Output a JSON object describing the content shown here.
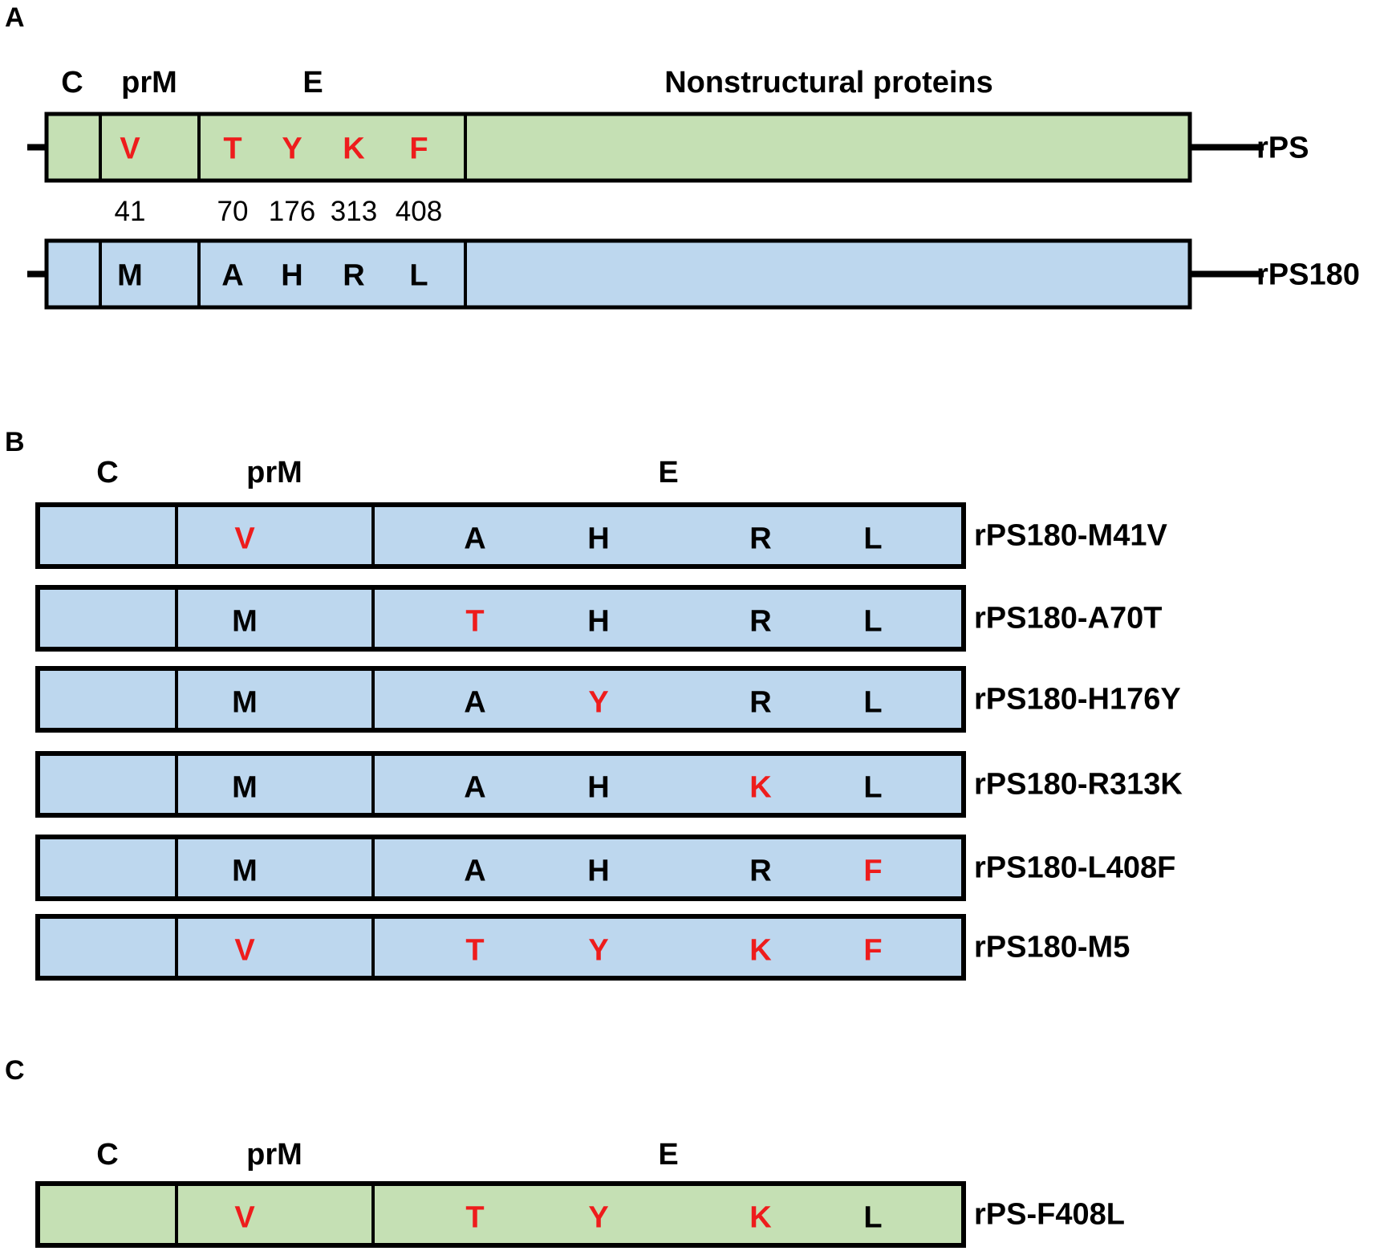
{
  "colors": {
    "rPS": "#c5e0b4",
    "rPS180": "#bdd7ee",
    "mutant": "#ee1c1c",
    "wildtype": "#000000",
    "outline": "#000000"
  },
  "panelA": {
    "label": "A",
    "headers": {
      "c": "C",
      "prm": "prM",
      "e": "E",
      "ns": "Nonstructural proteins"
    },
    "positions": [
      "41",
      "70",
      "176",
      "313",
      "408"
    ],
    "genomes": [
      {
        "name": "rPS",
        "color": "rPS",
        "residues": [
          {
            "aa": "V",
            "mutant": true
          },
          {
            "aa": "T",
            "mutant": true
          },
          {
            "aa": "Y",
            "mutant": true
          },
          {
            "aa": "K",
            "mutant": true
          },
          {
            "aa": "F",
            "mutant": true
          }
        ]
      },
      {
        "name": "rPS180",
        "color": "rPS180",
        "residues": [
          {
            "aa": "M",
            "mutant": false
          },
          {
            "aa": "A",
            "mutant": false
          },
          {
            "aa": "H",
            "mutant": false
          },
          {
            "aa": "R",
            "mutant": false
          },
          {
            "aa": "L",
            "mutant": false
          }
        ]
      }
    ]
  },
  "panelB": {
    "label": "B",
    "headers": {
      "c": "C",
      "prm": "prM",
      "e": "E"
    },
    "constructs": [
      {
        "name": "rPS180-M41V",
        "color": "rPS180",
        "residues": [
          {
            "aa": "V",
            "mutant": true
          },
          {
            "aa": "A",
            "mutant": false
          },
          {
            "aa": "H",
            "mutant": false
          },
          {
            "aa": "R",
            "mutant": false
          },
          {
            "aa": "L",
            "mutant": false
          }
        ]
      },
      {
        "name": "rPS180-A70T",
        "color": "rPS180",
        "residues": [
          {
            "aa": "M",
            "mutant": false
          },
          {
            "aa": "T",
            "mutant": true
          },
          {
            "aa": "H",
            "mutant": false
          },
          {
            "aa": "R",
            "mutant": false
          },
          {
            "aa": "L",
            "mutant": false
          }
        ]
      },
      {
        "name": "rPS180-H176Y",
        "color": "rPS180",
        "residues": [
          {
            "aa": "M",
            "mutant": false
          },
          {
            "aa": "A",
            "mutant": false
          },
          {
            "aa": "Y",
            "mutant": true
          },
          {
            "aa": "R",
            "mutant": false
          },
          {
            "aa": "L",
            "mutant": false
          }
        ]
      },
      {
        "name": "rPS180-R313K",
        "color": "rPS180",
        "residues": [
          {
            "aa": "M",
            "mutant": false
          },
          {
            "aa": "A",
            "mutant": false
          },
          {
            "aa": "H",
            "mutant": false
          },
          {
            "aa": "K",
            "mutant": true
          },
          {
            "aa": "L",
            "mutant": false
          }
        ]
      },
      {
        "name": "rPS180-L408F",
        "color": "rPS180",
        "residues": [
          {
            "aa": "M",
            "mutant": false
          },
          {
            "aa": "A",
            "mutant": false
          },
          {
            "aa": "H",
            "mutant": false
          },
          {
            "aa": "R",
            "mutant": false
          },
          {
            "aa": "F",
            "mutant": true
          }
        ]
      },
      {
        "name": "rPS180-M5",
        "color": "rPS180",
        "residues": [
          {
            "aa": "V",
            "mutant": true
          },
          {
            "aa": "T",
            "mutant": true
          },
          {
            "aa": "Y",
            "mutant": true
          },
          {
            "aa": "K",
            "mutant": true
          },
          {
            "aa": "F",
            "mutant": true
          }
        ]
      }
    ]
  },
  "panelC": {
    "label": "C",
    "headers": {
      "c": "C",
      "prm": "prM",
      "e": "E"
    },
    "constructs": [
      {
        "name": "rPS-F408L",
        "color": "rPS",
        "residues": [
          {
            "aa": "V",
            "mutant": true
          },
          {
            "aa": "T",
            "mutant": true
          },
          {
            "aa": "Y",
            "mutant": true
          },
          {
            "aa": "K",
            "mutant": true
          },
          {
            "aa": "L",
            "mutant": false
          }
        ]
      }
    ]
  }
}
